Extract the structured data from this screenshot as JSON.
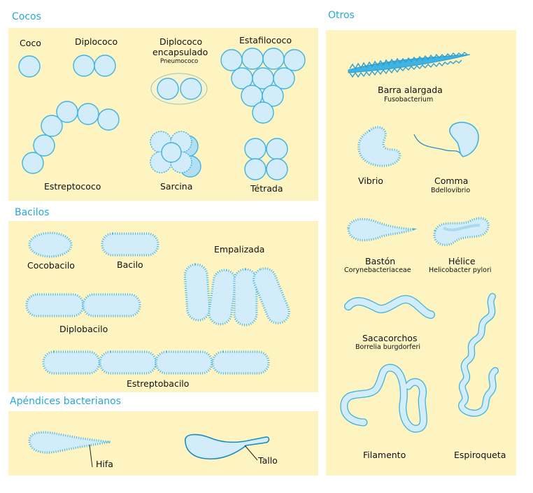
{
  "sections": {
    "cocos": "Cocos",
    "otros": "Otros",
    "bacilos": "Bacilos",
    "apendices": "Apéndices bacterianos"
  },
  "cocos": {
    "coco": "Coco",
    "diplococo": "Diplococo",
    "diplococo_enc_1": "Diplococo",
    "diplococo_enc_2": "encapsulado",
    "pneumococo": "Pneumococo",
    "estafilococo": "Estafilococo",
    "estreptococo": "Estreptococo",
    "sarcina": "Sarcina",
    "tetrada": "Tétrada"
  },
  "bacilos": {
    "cocobacilo": "Cocobacilo",
    "bacilo": "Bacilo",
    "empalizada": "Empalizada",
    "diplobacilo": "Diplobacilo",
    "estreptobacilo": "Estreptobacilo"
  },
  "apendices": {
    "hifa": "Hifa",
    "tallo": "Tallo"
  },
  "otros": {
    "barra": "Barra alargada",
    "fusobacterium": "Fusobacterium",
    "vibrio": "Vibrio",
    "comma": "Comma",
    "bdellovibrio": "Bdellovibrio",
    "baston": "Bastón",
    "corynebacteriaceae": "Corynebacteriaceae",
    "helice": "Hélice",
    "helicobacter": "Helicobacter pylori",
    "sacacorchos": "Sacacorchos",
    "borrelia": "Borrelia burgdorferi",
    "filamento": "Filamento",
    "espiroqueta": "Espiroqueta"
  },
  "colors": {
    "panel": "#fdf4c1",
    "cell_fill": "#d3ecfa",
    "cell_stroke": "#3fb3e1",
    "heading": "#2aa7d8"
  }
}
